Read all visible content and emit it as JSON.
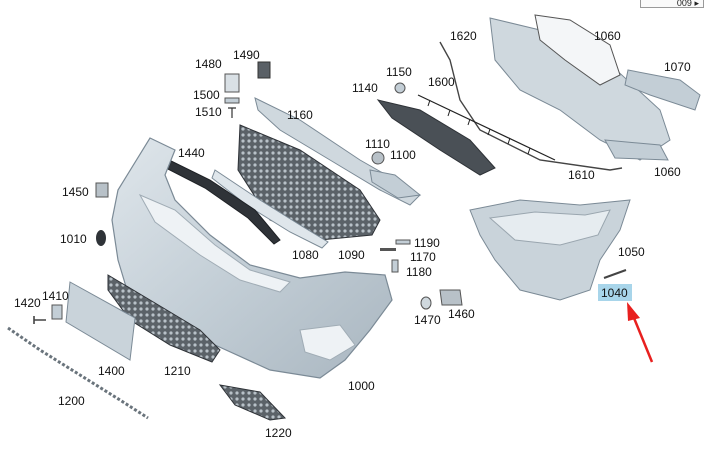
{
  "colors": {
    "part_fill": "#c9d3da",
    "part_stroke": "#7b8a96",
    "dark_part": "#444a50",
    "highlight": "#a8d5ea",
    "arrow": "#e8201f"
  },
  "nav": {
    "label": "009",
    "arrow_icon": "triangle-right-icon"
  },
  "labels": {
    "p1620": "1620",
    "p1060a": "1060",
    "p1070": "1070",
    "p1490": "1490",
    "p1480": "1480",
    "p1150": "1150",
    "p1600": "1600",
    "p1140": "1140",
    "p1500": "1500",
    "p1510": "1510",
    "p1160": "1160",
    "p1110": "1110",
    "p1100": "1100",
    "p1610": "1610",
    "p1060b": "1060",
    "p1440": "1440",
    "p1450": "1450",
    "p1010": "1010",
    "p1190": "1190",
    "p1080": "1080",
    "p1090": "1090",
    "p1170": "1170",
    "p1050": "1050",
    "p1180": "1180",
    "p1040": "1040",
    "p1420": "1420",
    "p1410": "1410",
    "p1470": "1470",
    "p1460": "1460",
    "p1400": "1400",
    "p1210": "1210",
    "p1000": "1000",
    "p1200": "1200",
    "p1220": "1220"
  },
  "highlighted_part": "1040"
}
